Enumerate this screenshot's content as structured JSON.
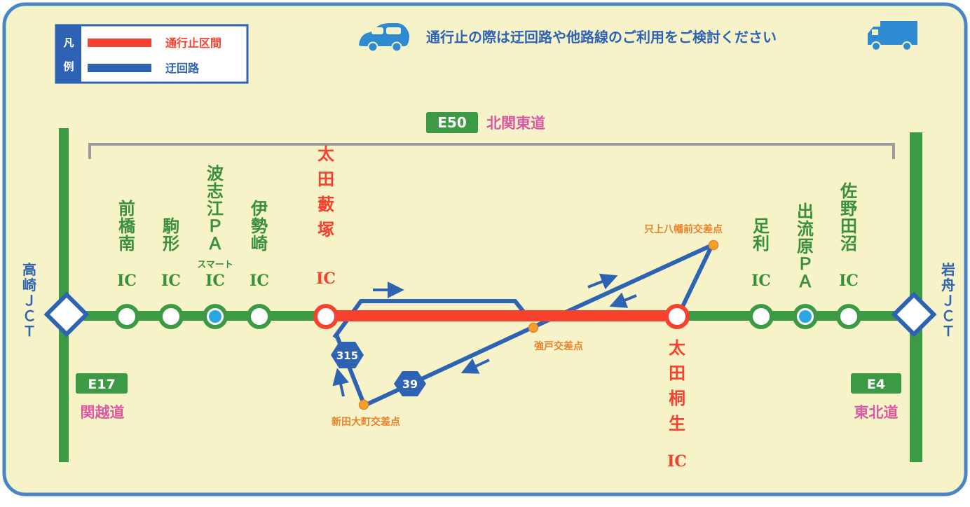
{
  "legend": {
    "char_top": "凡",
    "char_bottom": "例",
    "closed_label": "通行止区間",
    "detour_label": "迂回路"
  },
  "notice": "通行止の際は迂回路や他路線のご利用をご検討ください",
  "colors": {
    "closed": "#f5412d",
    "detour": "#2e62b3",
    "expressway": "#3d9a44",
    "station_name": "#3a8f3f",
    "route_name": "#d85aa3",
    "intersection": "#e9822b",
    "background": "#f6f3c9",
    "frame": "#4a86c6",
    "pa_dot": "#2aa7de"
  },
  "e50": {
    "badge": "E50",
    "name": "北関東道"
  },
  "e17": {
    "badge": "E17",
    "name": "関越道"
  },
  "e4": {
    "badge": "E4",
    "name": "東北道"
  },
  "jct_left": "高崎ＪＣＴ",
  "jct_right": "岩舟ＪＣＴ",
  "stations": [
    {
      "name": "前橋南",
      "ic": "IC",
      "kind": "ic"
    },
    {
      "name": "駒形",
      "ic": "IC",
      "kind": "ic"
    },
    {
      "name": "波志江ＰＡ",
      "ic": "IC",
      "kind": "pa",
      "note": "スマート"
    },
    {
      "name": "伊勢崎",
      "ic": "IC",
      "kind": "ic"
    },
    {
      "name": "太田藪塚",
      "ic": "IC",
      "kind": "closed"
    },
    {
      "name": "太田桐生",
      "ic": "IC",
      "kind": "closed"
    },
    {
      "name": "足利",
      "ic": "IC",
      "kind": "ic"
    },
    {
      "name": "出流原ＰＡ",
      "ic": "",
      "kind": "pa"
    },
    {
      "name": "佐野田沼",
      "ic": "IC",
      "kind": "ic"
    }
  ],
  "intersections": [
    {
      "name": "只上八幡前交差点"
    },
    {
      "name": "強戸交差点"
    },
    {
      "name": "新田大町交差点"
    }
  ],
  "routes": [
    {
      "number": "315"
    },
    {
      "number": "39"
    }
  ]
}
